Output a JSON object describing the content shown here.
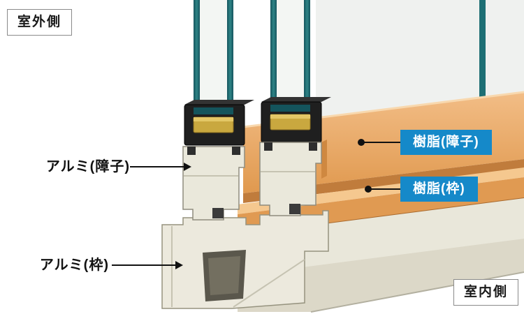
{
  "diagram": {
    "type": "window-frame-cross-section",
    "side_labels": {
      "outdoor": "室外側",
      "indoor": "室内側"
    },
    "part_labels": {
      "aluminum_sash": "アルミ(障子)",
      "aluminum_frame": "アルミ(枠)",
      "resin_sash": "樹脂(障子)",
      "resin_frame": "樹脂(枠)"
    },
    "colors": {
      "label_blue": "#1589c9",
      "leader_black": "#111111",
      "glass_teal": "#1d6f74",
      "glass_face": "#eff1ef",
      "spacer_gold": "#c9a83f",
      "resin_orange": "#eaa868",
      "resin_orange_dark": "#c07c3c",
      "resin_orange_light": "#f5c88f",
      "aluminum_cream": "#ece9dd",
      "aluminum_shadow": "#dcd8c8",
      "gasket_dark": "#2e2e2e"
    }
  }
}
